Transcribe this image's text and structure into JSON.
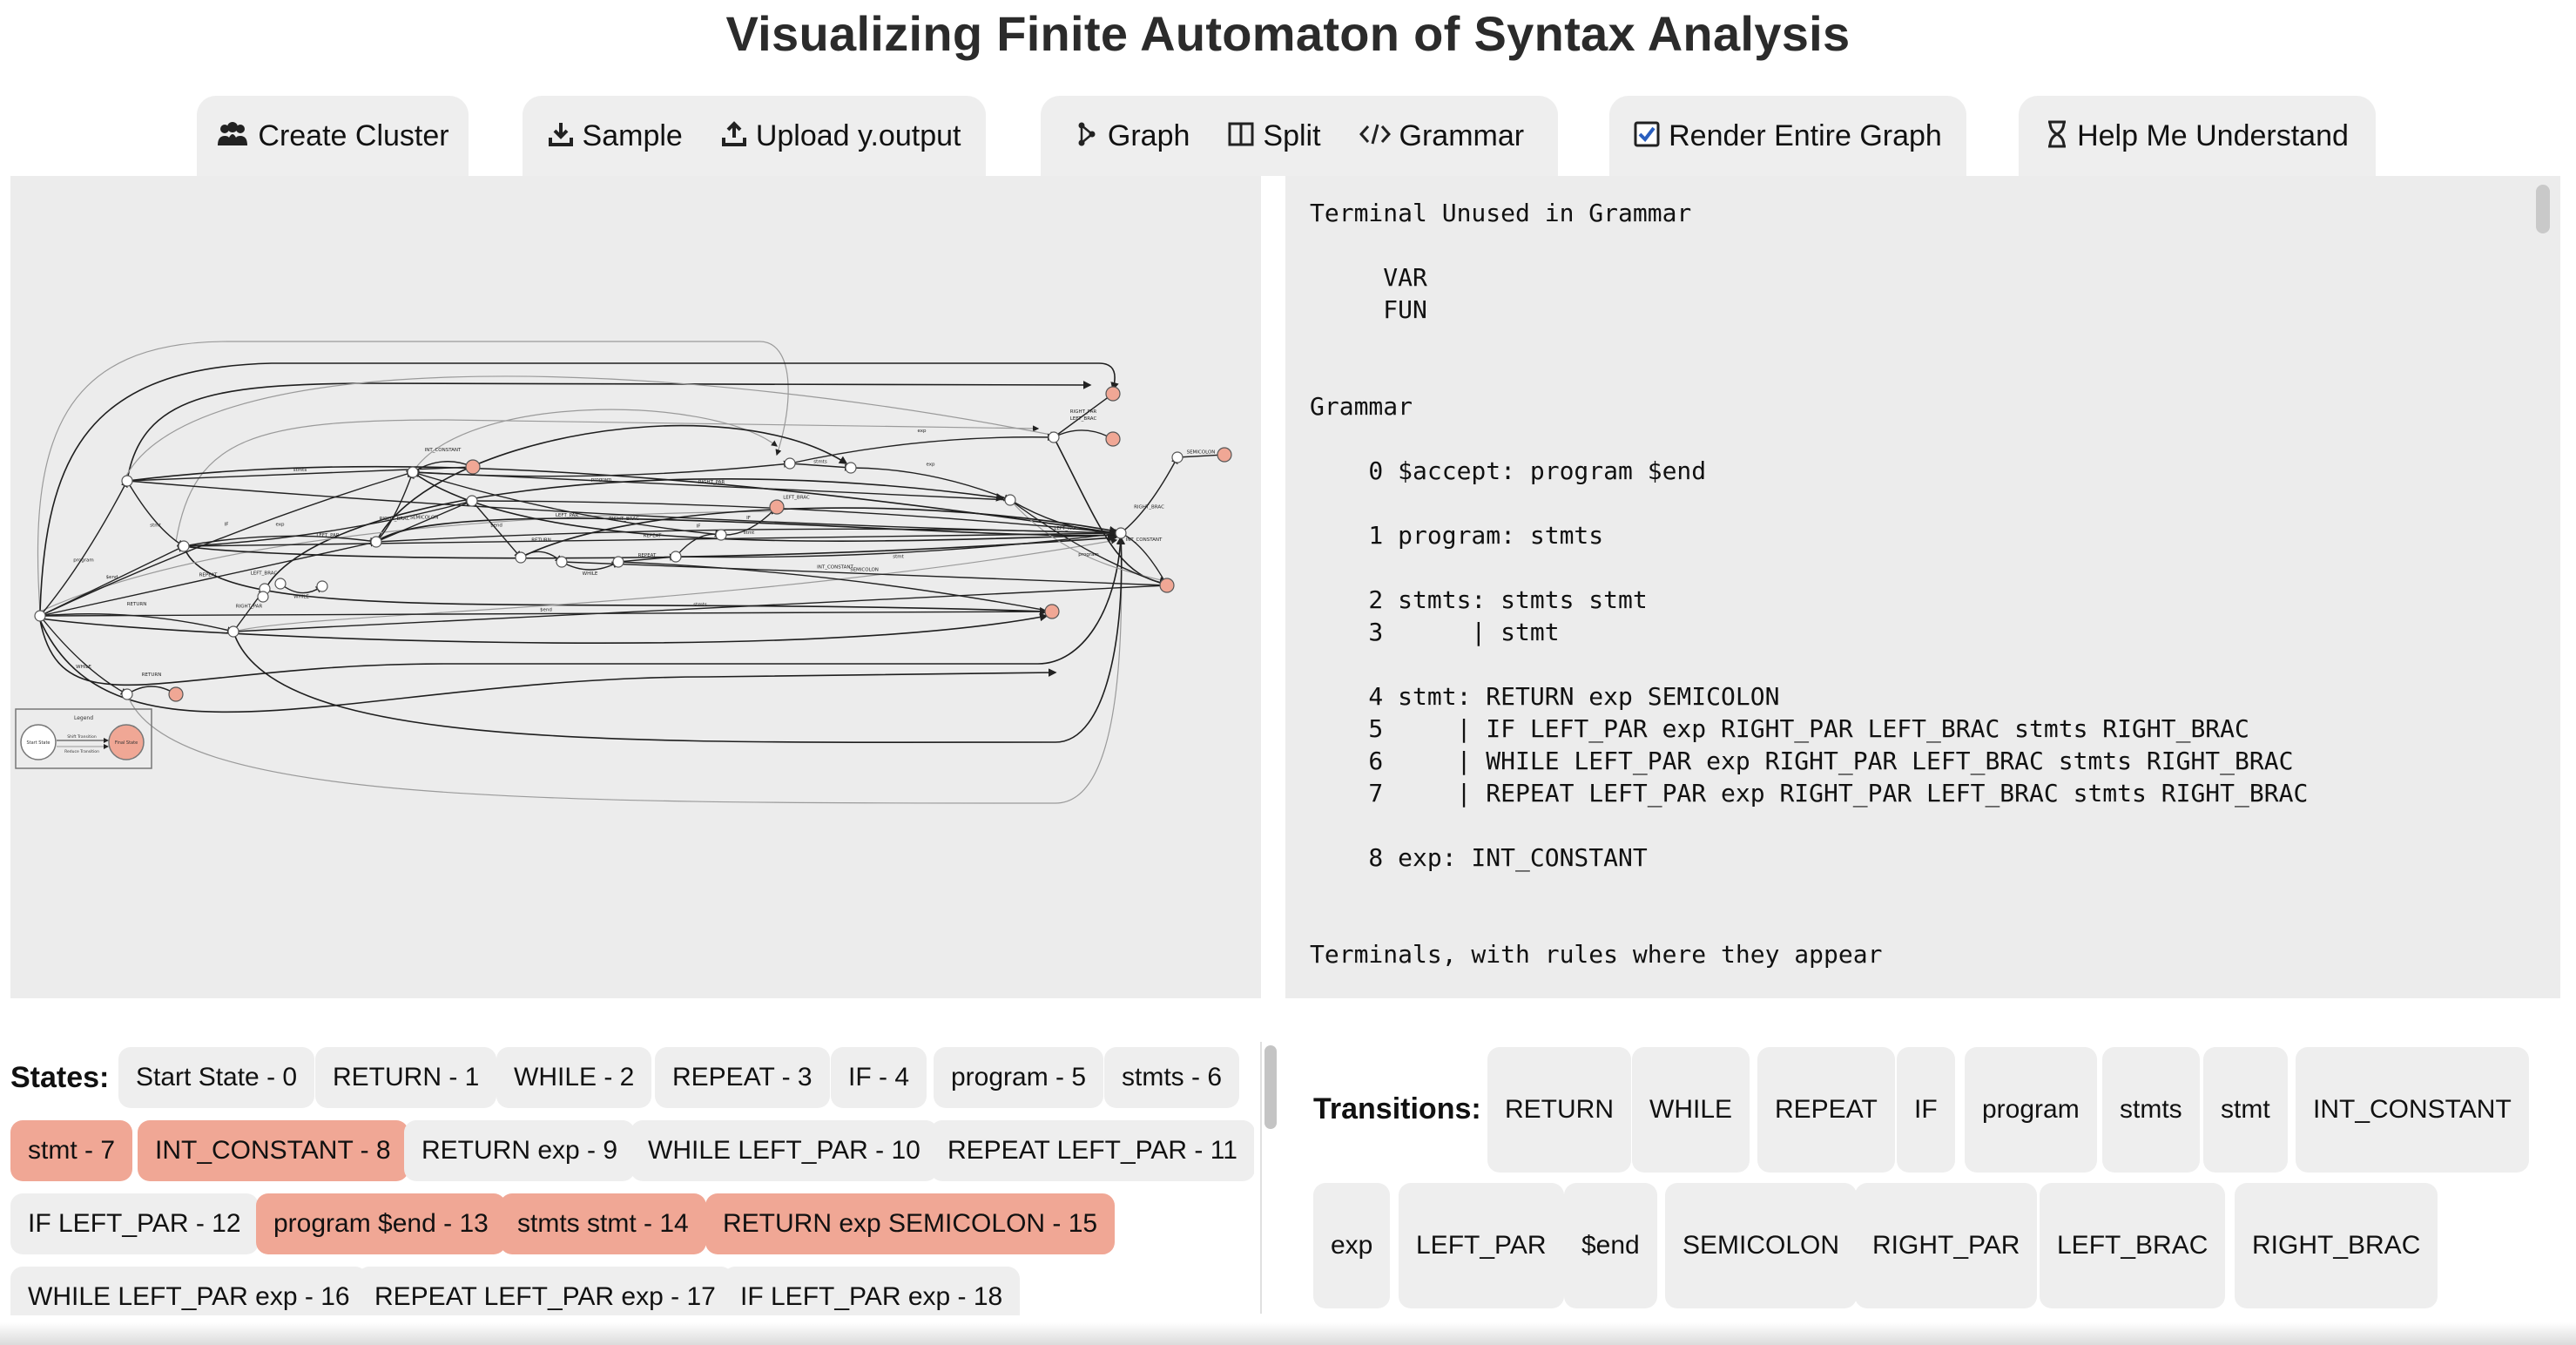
{
  "title": "Visualizing Finite Automaton of Syntax Analysis",
  "toolbar": {
    "create_cluster": "Create Cluster",
    "sample": "Sample",
    "upload": "Upload y.output",
    "graph": "Graph",
    "split": "Split",
    "grammar": "Grammar",
    "render_entire_graph": "Render Entire Graph",
    "render_entire_graph_checked": true,
    "help": "Help Me Understand"
  },
  "icons": {
    "create_cluster": "users-icon",
    "sample": "download-icon",
    "upload": "upload-icon",
    "graph": "graph-icon",
    "split": "split-columns-icon",
    "grammar": "code-icon",
    "render": "checkbox-icon",
    "help": "hourglass-icon"
  },
  "colors": {
    "accent_state": "#f0a795",
    "panel_bg": "#ececec",
    "chip_bg": "#eeeeee"
  },
  "graph_text": {
    "edge_labels": [
      "program",
      "$end",
      "RETURN",
      "WHILE",
      "REPEAT",
      "IF",
      "stmt",
      "stmts",
      "exp",
      "LEFT_PAR",
      "RIGHT_PAR",
      "LEFT_BRAC",
      "RIGHT_BRAC",
      "SEMICOLON",
      "INT_CONSTANT"
    ],
    "legend": {
      "title": "Legend",
      "start_node": "Start State",
      "end_node": "Final State",
      "edge_label_1": "Shift Transition",
      "edge_label_2": "Reduce Transition"
    }
  },
  "grammar_panel": {
    "lines": [
      "Terminal Unused in Grammar",
      "",
      "     VAR",
      "     FUN",
      "",
      "",
      "Grammar",
      "",
      "    0 $accept: program $end",
      "",
      "    1 program: stmts",
      "",
      "    2 stmts: stmts stmt",
      "    3      | stmt",
      "",
      "    4 stmt: RETURN exp SEMICOLON",
      "    5     | IF LEFT_PAR exp RIGHT_PAR LEFT_BRAC stmts RIGHT_BRAC",
      "    6     | WHILE LEFT_PAR exp RIGHT_PAR LEFT_BRAC stmts RIGHT_BRAC",
      "    7     | REPEAT LEFT_PAR exp RIGHT_PAR LEFT_BRAC stmts RIGHT_BRAC",
      "",
      "    8 exp: INT_CONSTANT",
      "",
      "",
      "Terminals, with rules where they appear"
    ]
  },
  "states": {
    "label": "States:",
    "items": [
      {
        "label": "Start State - 0",
        "accept": false
      },
      {
        "label": "RETURN - 1",
        "accept": false
      },
      {
        "label": "WHILE - 2",
        "accept": false
      },
      {
        "label": "REPEAT - 3",
        "accept": false
      },
      {
        "label": "IF - 4",
        "accept": false
      },
      {
        "label": "program - 5",
        "accept": false
      },
      {
        "label": "stmts - 6",
        "accept": false
      },
      {
        "label": "stmt - 7",
        "accept": true
      },
      {
        "label": "INT_CONSTANT - 8",
        "accept": true
      },
      {
        "label": "RETURN exp - 9",
        "accept": false
      },
      {
        "label": "WHILE LEFT_PAR - 10",
        "accept": false
      },
      {
        "label": "REPEAT LEFT_PAR - 11",
        "accept": false
      },
      {
        "label": "IF LEFT_PAR - 12",
        "accept": false
      },
      {
        "label": "program $end - 13",
        "accept": true
      },
      {
        "label": "stmts stmt - 14",
        "accept": true
      },
      {
        "label": "RETURN exp SEMICOLON - 15",
        "accept": true
      },
      {
        "label": "WHILE LEFT_PAR exp - 16",
        "accept": false
      },
      {
        "label": "REPEAT LEFT_PAR exp - 17",
        "accept": false
      },
      {
        "label": "IF LEFT_PAR exp - 18",
        "accept": false
      }
    ]
  },
  "transitions": {
    "label": "Transitions:",
    "items": [
      "RETURN",
      "WHILE",
      "REPEAT",
      "IF",
      "program",
      "stmts",
      "stmt",
      "INT_CONSTANT",
      "exp",
      "LEFT_PAR",
      "$end",
      "SEMICOLON",
      "RIGHT_PAR",
      "LEFT_BRAC",
      "RIGHT_BRAC"
    ]
  }
}
